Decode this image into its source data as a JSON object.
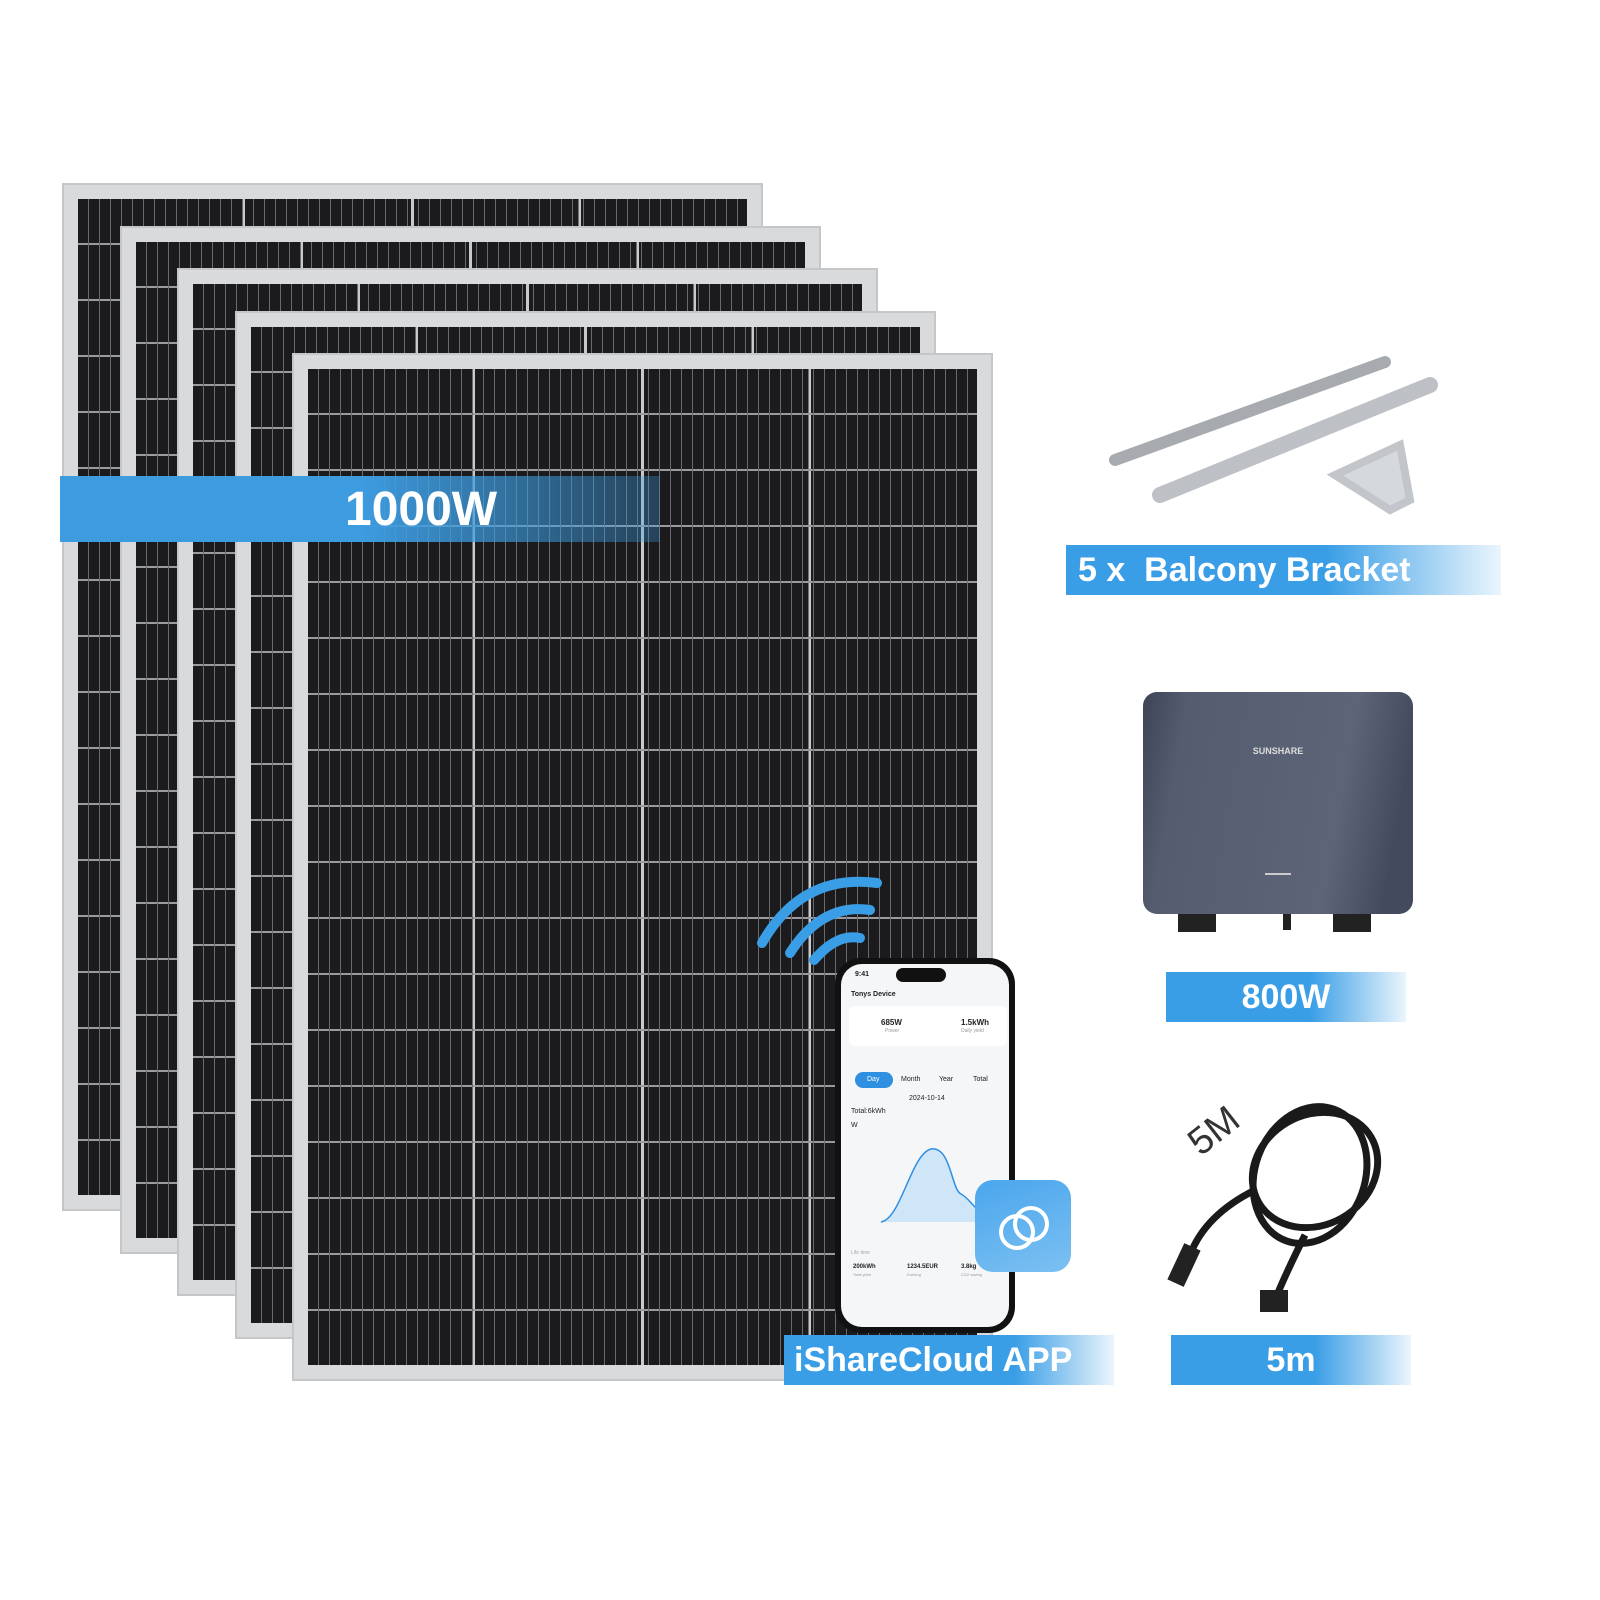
{
  "panels": {
    "label": "1000W",
    "count": 5
  },
  "bracket": {
    "label": "5 x  Balcony Bracket"
  },
  "inverter": {
    "brand": "SUNSHARE",
    "label": "800W"
  },
  "cable": {
    "length_mark": "5M",
    "label": "5m"
  },
  "app": {
    "label": "iShareCloud APP",
    "time": "9:41",
    "device": "Tonys Device",
    "power": "685W",
    "power_label": "Power",
    "yield": "1.5kWh",
    "yield_label": "Daily yield",
    "tabs": [
      "Day",
      "Month",
      "Year",
      "Total"
    ],
    "date": "2024-10-14",
    "total": "Total:6kWh",
    "unit": "W",
    "lifetime_label": "Life time",
    "stats": [
      {
        "value": "200kWh",
        "label": "Total yield"
      },
      {
        "value": "1234.5EUR",
        "label": "Earning"
      },
      {
        "value": "3.8kg",
        "label": "CO2 saving"
      }
    ]
  },
  "colors": {
    "banner": "#3a9ee6",
    "inverter": "#4b5266"
  }
}
